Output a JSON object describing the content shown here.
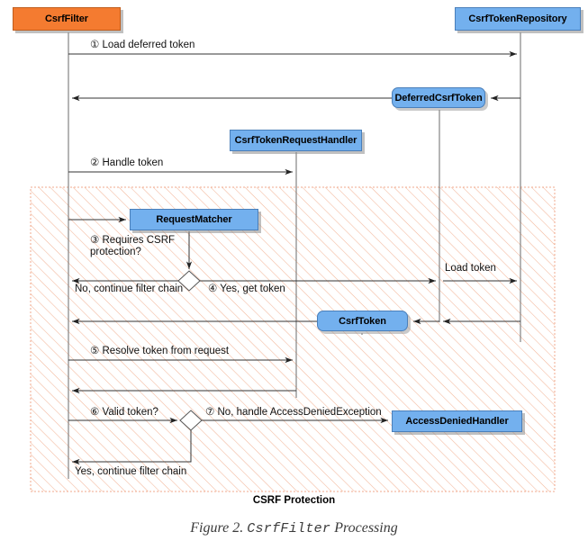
{
  "figure": {
    "caption_prefix": "Figure 2. ",
    "caption_code": "CsrfFilter",
    "caption_suffix": " Processing",
    "frame_title": "CSRF Protection"
  },
  "colors": {
    "primary_actor_fill": "#f47b30",
    "participant_fill": "#73b0ee",
    "participant_stroke": "#4a7fba",
    "hatch_stroke": "#f3b79a",
    "line": "#4a4a4a",
    "text": "#111111"
  },
  "participants": [
    {
      "id": "csrf-filter",
      "label": "CsrfFilter",
      "kind": "primary",
      "shape": "rect"
    },
    {
      "id": "csrf-token-repository",
      "label": "CsrfTokenRepository",
      "kind": "blue",
      "shape": "rect"
    },
    {
      "id": "deferred-csrf-token",
      "label": "DeferredCsrfToken",
      "kind": "blue",
      "shape": "rounded"
    },
    {
      "id": "csrf-token-request-handler",
      "label": "CsrfTokenRequestHandler",
      "kind": "blue",
      "shape": "rect"
    },
    {
      "id": "request-matcher",
      "label": "RequestMatcher",
      "kind": "blue",
      "shape": "rect"
    },
    {
      "id": "csrf-token",
      "label": "CsrfToken",
      "kind": "blue",
      "shape": "rounded"
    },
    {
      "id": "access-denied-handler",
      "label": "AccessDeniedHandler",
      "kind": "blue",
      "shape": "rect"
    }
  ],
  "messages": [
    {
      "id": "m1",
      "number": "①",
      "text": "Load deferred token",
      "full": "① Load deferred token"
    },
    {
      "id": "m2",
      "number": "②",
      "text": "Handle token",
      "full": "② Handle token"
    },
    {
      "id": "m3",
      "number": "③",
      "text": "Requires CSRF protection?",
      "full": "③ Requires CSRF protection?"
    },
    {
      "id": "m4",
      "number": "④",
      "text": "Yes, get token",
      "full": "④ Yes, get token"
    },
    {
      "id": "m5",
      "number": "⑤",
      "text": "Resolve token from request",
      "full": "⑤ Resolve token from request"
    },
    {
      "id": "m6",
      "number": "⑥",
      "text": "Valid token?",
      "full": "⑥ Valid token?"
    },
    {
      "id": "m7",
      "number": "⑦",
      "text": "No, handle AccessDeniedException",
      "full": "⑦ No, handle AccessDeniedException"
    },
    {
      "id": "m-no-continue",
      "number": "",
      "text": "No, continue filter chain",
      "full": "No, continue filter chain"
    },
    {
      "id": "m-load-token",
      "number": "",
      "text": "Load token",
      "full": "Load token"
    },
    {
      "id": "m-yes-continue",
      "number": "",
      "text": "Yes, continue filter chain",
      "full": "Yes, continue filter chain"
    }
  ]
}
